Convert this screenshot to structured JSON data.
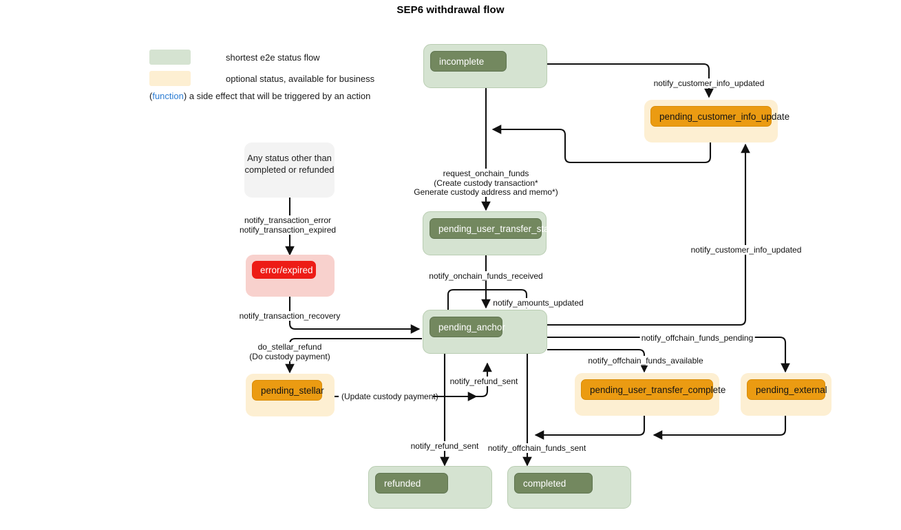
{
  "title": "SEP6 withdrawal flow",
  "legend": {
    "rows": [
      {
        "swatch": "green",
        "text": "shortest e2e status flow"
      },
      {
        "swatch": "amber",
        "text": "optional status, available for business"
      }
    ],
    "note_open": "(",
    "note_fn": "function",
    "note_rest": ") a side effect that will be triggered by an action"
  },
  "nodes": {
    "incomplete": "incomplete",
    "pending_customer_info_update": "pending_customer_info_update",
    "pending_user_transfer_start": "pending_user_transfer_start",
    "pending_anchor": "pending_anchor",
    "pending_stellar": "pending_stellar",
    "pending_user_transfer_complete": "pending_user_transfer_complete",
    "pending_external": "pending_external",
    "error_expired": "error/expired",
    "refunded": "refunded",
    "completed": "completed",
    "any_status": "Any status other than completed or refunded",
    "any_status_line1": "Any status other than",
    "any_status_line2": "completed or refunded"
  },
  "edges": {
    "notify_customer_info_updated_top": "notify_customer_info_updated",
    "notify_customer_info_updated_right": "notify_customer_info_updated",
    "request_onchain_funds": "request_onchain_funds",
    "create_custody_transaction": "(Create custody transaction*",
    "generate_custody_address": "Generate custody address and memo*)",
    "notify_onchain_funds_received": "notify_onchain_funds_received",
    "notify_amounts_updated": "notify_amounts_updated",
    "notify_transaction_error": "notify_transaction_error",
    "notify_transaction_expired": "notify_transaction_expired",
    "notify_transaction_recovery": "notify_transaction_recovery",
    "do_stellar_refund": "do_stellar_refund",
    "do_custody_payment": "(Do custody payment)",
    "update_custody_payment": "(Update custody payment)",
    "notify_refund_sent_up": "notify_refund_sent",
    "notify_refund_sent_down": "notify_refund_sent",
    "notify_offchain_funds_pending": "notify_offchain_funds_pending",
    "notify_offchain_funds_available": "notify_offchain_funds_available",
    "notify_offchain_funds_sent": "notify_offchain_funds_sent"
  },
  "colors": {
    "green_outer": "#d5e3d1",
    "green_inner": "#73885f",
    "amber_outer": "#fdefd2",
    "amber_inner": "#eb9b12",
    "red_outer": "#f8d1cd",
    "red_inner": "#ed1c16",
    "grey": "#f3f3f3",
    "function_text": "#2b7cd3",
    "edge": "#111111"
  }
}
